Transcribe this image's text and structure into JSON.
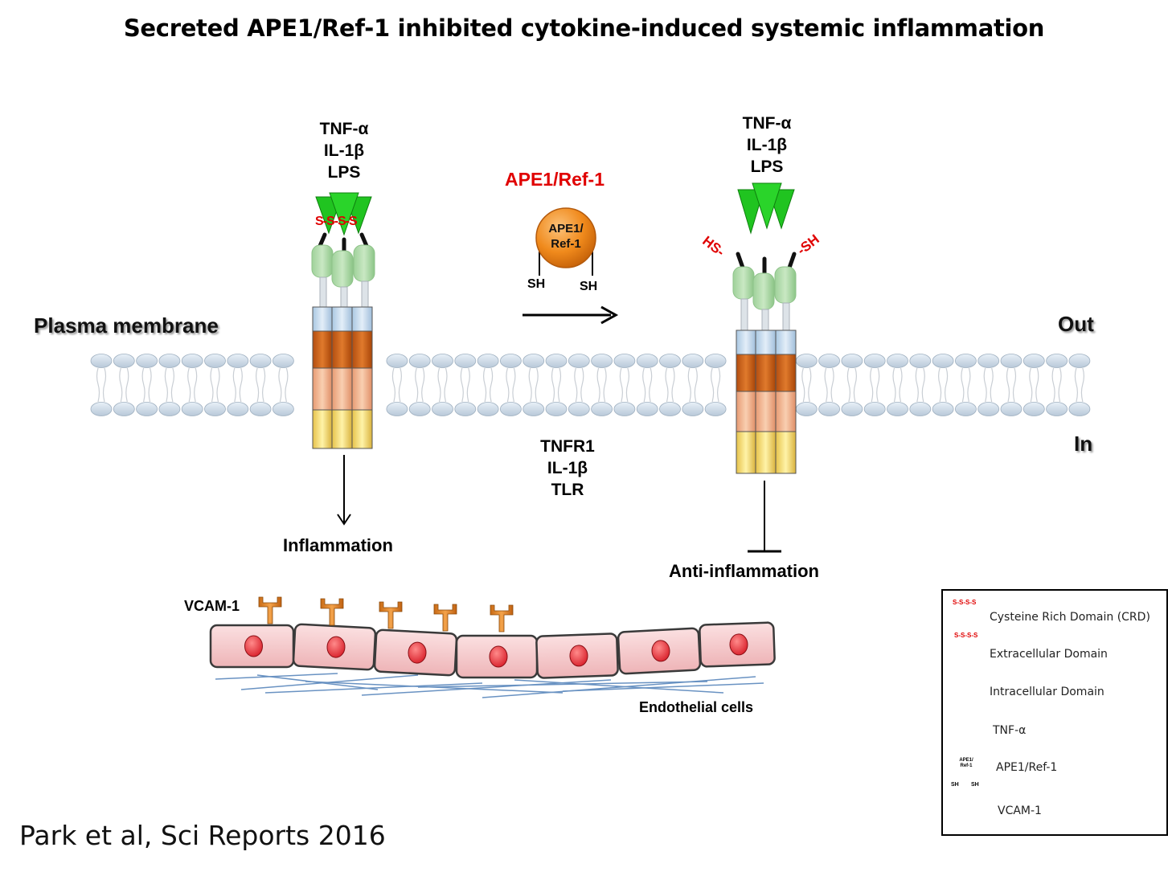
{
  "title": "Secreted APE1/Ref-1 inhibited cytokine-induced systemic inflammation",
  "membrane": {
    "label": "Plasma membrane",
    "out": "Out",
    "in": "In"
  },
  "left_receptor": {
    "ligands": [
      "TNF-α",
      "IL-1β",
      "LPS"
    ],
    "disulfide": "S-S-S-S",
    "outcome": "Inflammation"
  },
  "center": {
    "ape_label": "APE1/Ref-1",
    "ball_line1": "APE1/",
    "ball_line2": "Ref-1",
    "sh": "SH",
    "receptors": [
      "TNFR1",
      "IL-1β",
      "TLR"
    ]
  },
  "right_receptor": {
    "ligands": [
      "TNF-α",
      "IL-1β",
      "LPS"
    ],
    "hs_left": "HS-",
    "sh_right": "-SH",
    "outcome": "Anti-inflammation"
  },
  "endothelium": {
    "vcam_label": "VCAM-1",
    "label": "Endothelial cells"
  },
  "legend": {
    "items": [
      {
        "icon": "crd-icon",
        "label": "Cysteine Rich Domain (CRD)"
      },
      {
        "icon": "extracellular-domain-icon",
        "label": "Extracellular  Domain"
      },
      {
        "icon": "intracellular-domain-icon",
        "label": "Intracellular  Domain"
      },
      {
        "icon": "tnf-alpha-icon",
        "label": "TNF-α"
      },
      {
        "icon": "ape1-ref1-icon",
        "label": "APE1/Ref-1"
      },
      {
        "icon": "vcam1-icon",
        "label": "VCAM-1"
      }
    ],
    "mini_ss": "S-S-S-S",
    "mini_ape": "APE1/ Ref-1",
    "mini_sh": "SH"
  },
  "citation": "Park et al, Sci Reports 2016",
  "colors": {
    "ligand_green": "#1fc41f",
    "red_text": "#e00000",
    "ape_orange": "#f08a1c",
    "cell_pink": "#f6c9cb"
  }
}
